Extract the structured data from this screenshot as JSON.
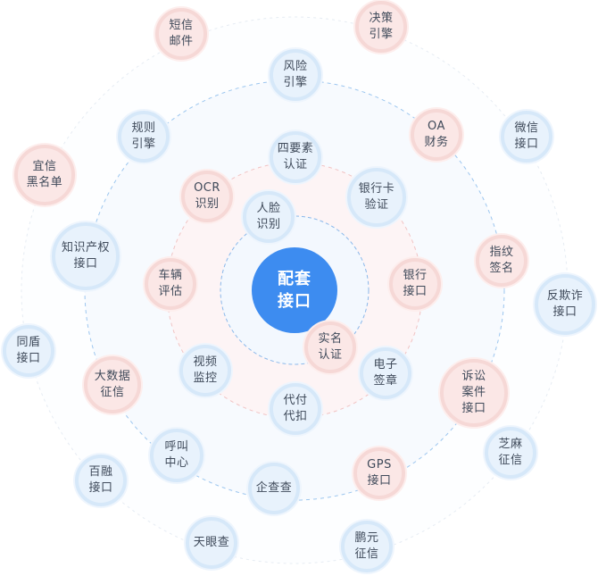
{
  "center": {
    "label": "配套\n接口"
  },
  "nodes": [
    {
      "id": "sms-mail",
      "label": "短信\n邮件",
      "color": "red"
    },
    {
      "id": "decision-engine",
      "label": "决策\n引擎",
      "color": "red"
    },
    {
      "id": "risk-engine",
      "label": "风险\n引擎",
      "color": "blue"
    },
    {
      "id": "rule-engine",
      "label": "规则\n引擎",
      "color": "blue"
    },
    {
      "id": "oa-finance",
      "label": "OA\n财务",
      "color": "red"
    },
    {
      "id": "wechat-api",
      "label": "微信\n接口",
      "color": "blue"
    },
    {
      "id": "yixin-blacklist",
      "label": "宜信\n黑名单",
      "color": "red"
    },
    {
      "id": "four-element",
      "label": "四要素\n认证",
      "color": "blue"
    },
    {
      "id": "ocr",
      "label": "OCR\n识别",
      "color": "red"
    },
    {
      "id": "bank-card",
      "label": "银行卡\n验证",
      "color": "blue"
    },
    {
      "id": "face-recognition",
      "label": "人脸\n识别",
      "color": "blue"
    },
    {
      "id": "ip-api",
      "label": "知识产权\n接口",
      "color": "blue"
    },
    {
      "id": "fingerprint",
      "label": "指纹\n签名",
      "color": "red"
    },
    {
      "id": "anti-fraud",
      "label": "反欺诈\n接口",
      "color": "blue"
    },
    {
      "id": "vehicle",
      "label": "车辆\n评估",
      "color": "red"
    },
    {
      "id": "bank-api",
      "label": "银行\n接口",
      "color": "red"
    },
    {
      "id": "tongdun",
      "label": "同盾\n接口",
      "color": "blue"
    },
    {
      "id": "real-name",
      "label": "实名\n认证",
      "color": "red"
    },
    {
      "id": "video-monitor",
      "label": "视频\n监控",
      "color": "blue"
    },
    {
      "id": "e-sign",
      "label": "电子\n签章",
      "color": "blue"
    },
    {
      "id": "big-data",
      "label": "大数据\n征信",
      "color": "red"
    },
    {
      "id": "litigation",
      "label": "诉讼\n案件\n接口",
      "color": "red"
    },
    {
      "id": "pay-collect",
      "label": "代付\n代扣",
      "color": "blue"
    },
    {
      "id": "sesame",
      "label": "芝麻\n征信",
      "color": "blue"
    },
    {
      "id": "call-center",
      "label": "呼叫\n中心",
      "color": "blue"
    },
    {
      "id": "bairong",
      "label": "百融\n接口",
      "color": "blue"
    },
    {
      "id": "qichacha",
      "label": "企查查",
      "color": "blue"
    },
    {
      "id": "gps",
      "label": "GPS\n接口",
      "color": "red"
    },
    {
      "id": "tianyancha",
      "label": "天眼查",
      "color": "blue"
    },
    {
      "id": "pengyuan",
      "label": "鹏元\n征信",
      "color": "blue"
    }
  ]
}
